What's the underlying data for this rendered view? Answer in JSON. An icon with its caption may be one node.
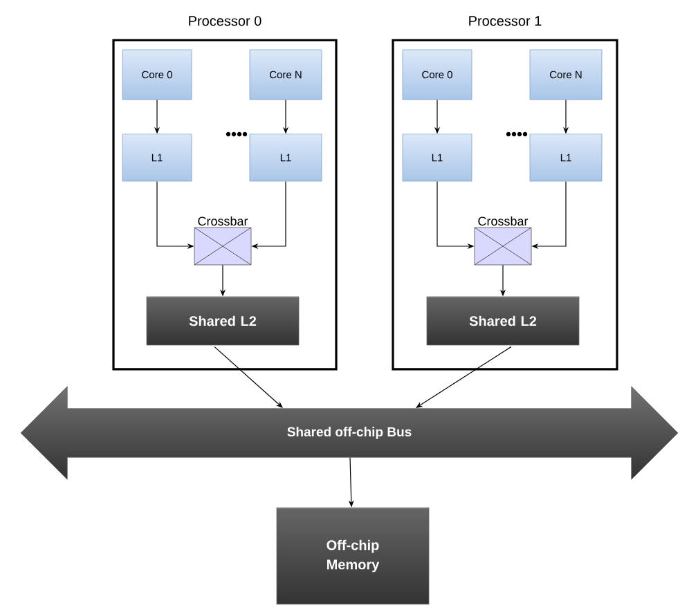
{
  "diagram": {
    "nodes": [
      {
        "text": [
          "Processor 0"
        ]
      },
      {
        "text": [
          "Core 0"
        ],
        "in": 0
      },
      {
        "text": [
          "Core N"
        ],
        "in": 0
      },
      {
        "text": [
          "L1"
        ],
        "in": 0
      },
      {
        "text": [
          "L1"
        ],
        "in": 0
      },
      {
        "text": [
          "Crossbar"
        ],
        "in": 0
      },
      {
        "text": [
          "Shared L2"
        ],
        "in": 0
      },
      {
        "text": [
          "Processor 1"
        ]
      },
      {
        "text": [
          "Core 0"
        ],
        "in": 7
      },
      {
        "text": [
          "Core N"
        ],
        "in": 7
      },
      {
        "text": [
          "L1"
        ],
        "in": 7
      },
      {
        "text": [
          "L1"
        ],
        "in": 7
      },
      {
        "text": [
          "Crossbar"
        ],
        "in": 7
      },
      {
        "text": [
          "Shared L2"
        ],
        "in": 7
      },
      {
        "text": [
          "Shared off-chip Bus"
        ]
      },
      {
        "text": [
          "Off-chip Memory"
        ]
      }
    ],
    "edges": [
      {
        "from": 1,
        "to": 3,
        "arrow": "to"
      },
      {
        "from": 2,
        "to": 4,
        "arrow": "to"
      },
      {
        "from": 3,
        "to": 5,
        "arrow": "to"
      },
      {
        "from": 4,
        "to": 5,
        "arrow": "to"
      },
      {
        "from": 5,
        "to": 6,
        "arrow": "to"
      },
      {
        "from": 6,
        "to": 14,
        "arrow": "to"
      },
      {
        "from": 8,
        "to": 10,
        "arrow": "to"
      },
      {
        "from": 9,
        "to": 11,
        "arrow": "to"
      },
      {
        "from": 10,
        "to": 12,
        "arrow": "to"
      },
      {
        "from": 11,
        "to": 12,
        "arrow": "to"
      },
      {
        "from": 12,
        "to": 13,
        "arrow": "to"
      },
      {
        "from": 13,
        "to": 14,
        "arrow": "to"
      },
      {
        "from": 14,
        "to": 15,
        "arrow": "to"
      }
    ]
  }
}
